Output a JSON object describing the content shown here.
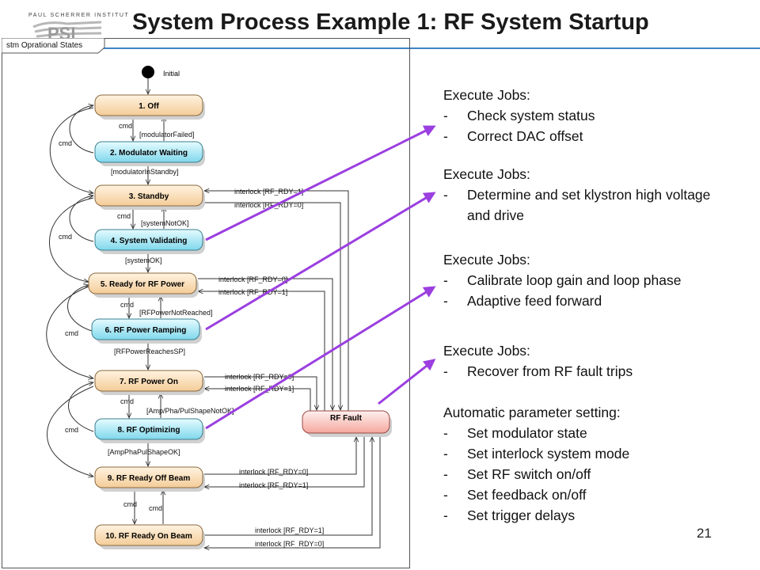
{
  "header": {
    "org_name": "PAUL SCHERRER INSTITUT",
    "logo_text": "PSI",
    "title": "System Process Example 1: RF System Startup"
  },
  "diagram": {
    "frame_label": "stm Oprational States",
    "initial_label": "Initial",
    "states": [
      {
        "id": "s1",
        "label": "1. Off",
        "kind": "orange"
      },
      {
        "id": "s2",
        "label": "2. Modulator Waiting",
        "kind": "blue"
      },
      {
        "id": "s3",
        "label": "3. Standby",
        "kind": "orange"
      },
      {
        "id": "s4",
        "label": "4. System Validating",
        "kind": "blue"
      },
      {
        "id": "s5",
        "label": "5. Ready for RF Power",
        "kind": "orange"
      },
      {
        "id": "s6",
        "label": "6. RF Power Ramping",
        "kind": "blue"
      },
      {
        "id": "s7",
        "label": "7. RF Power On",
        "kind": "orange"
      },
      {
        "id": "s8",
        "label": "8. RF Optimizing",
        "kind": "blue"
      },
      {
        "id": "s9",
        "label": "9. RF Ready Off Beam",
        "kind": "orange"
      },
      {
        "id": "s10",
        "label": "10. RF Ready On Beam",
        "kind": "orange"
      },
      {
        "id": "fault",
        "label": "RF Fault",
        "kind": "red"
      }
    ],
    "guards": {
      "cmd": "cmd",
      "modulatorFailed": "[modulatorFailed]",
      "modulatorInStandby": "[modulatorInStandby]",
      "systemNotOK": "[systemNotOK]",
      "systemOK": "[systemOK]",
      "rfPowerNotReached": "[RFPowerNotReached]",
      "rfPowerReachesSP": "[RFPowerReachesSP]",
      "ampPhaNotOK": "[Amp/Pha/PulShapeNotOK]",
      "ampPhaOK": "[AmpPhaPulShapeOK]",
      "interlock1": "interlock [RF_RDY=1]",
      "interlock0": "interlock [RF_RDY=0]"
    }
  },
  "blocks": [
    {
      "heading": "Execute Jobs:",
      "items": [
        "Check system status",
        "Correct DAC offset"
      ]
    },
    {
      "heading": "Execute Jobs:",
      "items": [
        "Determine and set klystron high voltage and drive"
      ]
    },
    {
      "heading": "Execute Jobs:",
      "items": [
        "Calibrate loop gain and loop phase",
        "Adaptive feed forward"
      ]
    },
    {
      "heading": "Execute Jobs:",
      "items": [
        "Recover from RF fault trips"
      ]
    },
    {
      "heading": "Automatic parameter setting:",
      "items": [
        "Set modulator state",
        "Set interlock system mode",
        "Set RF switch on/off",
        "Set feedback on/off",
        "Set trigger delays"
      ]
    }
  ],
  "page_number": "21",
  "colors": {
    "orange_top": "#fff3e0",
    "orange_bottom": "#f4cc98",
    "blue_top": "#e6fbff",
    "blue_bottom": "#7fd8ec",
    "red_top": "#fff0ee",
    "red_bottom": "#f4a79e",
    "arrow_purple": "#9b3fe0",
    "title_rule": "#3f86c6"
  }
}
